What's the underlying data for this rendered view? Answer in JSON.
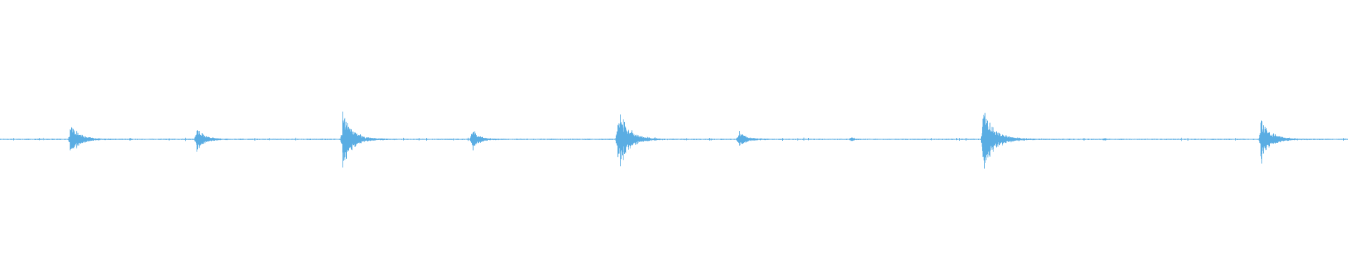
{
  "waveform": {
    "color": "#5aade3",
    "background": "#ffffff",
    "duration_s": 48,
    "baseline_amplitude": 0.004,
    "transients": [
      {
        "time_s": 2.5,
        "amplitude": 0.13,
        "decay_s": 0.9
      },
      {
        "time_s": 7.0,
        "amplitude": 0.1,
        "decay_s": 0.7
      },
      {
        "time_s": 12.2,
        "amplitude": 0.24,
        "decay_s": 0.9
      },
      {
        "time_s": 16.8,
        "amplitude": 0.1,
        "decay_s": 0.6
      },
      {
        "time_s": 22.0,
        "amplitude": 0.26,
        "decay_s": 1.0
      },
      {
        "time_s": 26.3,
        "amplitude": 0.07,
        "decay_s": 0.7
      },
      {
        "time_s": 30.3,
        "amplitude": 0.02,
        "decay_s": 0.3
      },
      {
        "time_s": 35.0,
        "amplitude": 0.25,
        "decay_s": 1.1
      },
      {
        "time_s": 39.3,
        "amplitude": 0.01,
        "decay_s": 0.2
      },
      {
        "time_s": 44.9,
        "amplitude": 0.19,
        "decay_s": 0.9
      }
    ]
  }
}
